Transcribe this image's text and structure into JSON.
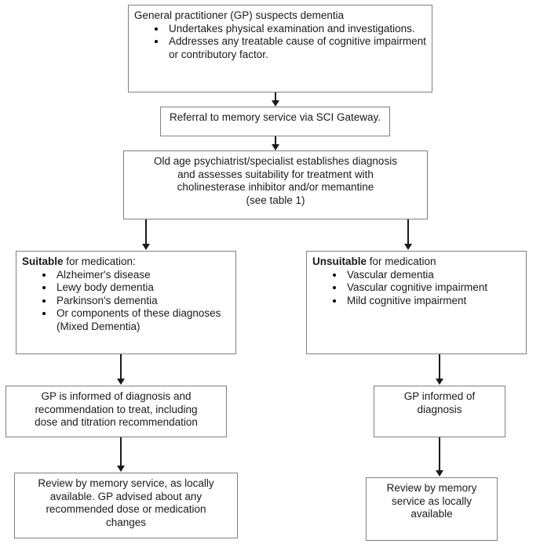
{
  "diagram": {
    "title": "Dementia diagnosis and medication pathway flowchart",
    "boxes": {
      "gp_suspects": {
        "heading": "General practitioner (GP) suspects dementia",
        "bullets": [
          "Undertakes physical examination and investigations.",
          "Addresses any treatable cause of cognitive impairment or contributory factor."
        ]
      },
      "referral": {
        "text": "Referral to memory service via SCI Gateway."
      },
      "specialist": {
        "lines": [
          "Old age psychiatrist/specialist establishes diagnosis",
          "and assesses suitability for treatment with",
          "cholinesterase inhibitor and/or memantine",
          "(see table 1)"
        ]
      },
      "suitable": {
        "heading_bold": "Suitable",
        "heading_rest": " for medication:",
        "bullets": [
          "Alzheimer's disease",
          "Lewy body dementia",
          "Parkinson's dementia",
          "Or components of these diagnoses (Mixed Dementia)"
        ]
      },
      "unsuitable": {
        "heading_bold": "Unsuitable",
        "heading_rest": " for medication",
        "bullets": [
          "Vascular dementia",
          "Vascular cognitive impairment",
          "Mild cognitive impairment"
        ]
      },
      "gp_informed_treat": {
        "lines": [
          "GP is informed of diagnosis and",
          "recommendation to treat, including",
          "dose and titration recommendation"
        ]
      },
      "gp_informed_diag": {
        "lines": [
          "GP informed of",
          "diagnosis"
        ]
      },
      "review_left": {
        "lines": [
          "Review by memory service, as locally",
          "available. GP advised about any",
          "recommended dose or medication",
          "changes"
        ]
      },
      "review_right": {
        "lines": [
          "Review by memory",
          "service as locally",
          "available"
        ]
      }
    },
    "colors": {
      "box_border": "#808080",
      "text": "#1a1a1a",
      "connector": "#1a1a1a",
      "background": "#ffffff"
    }
  }
}
